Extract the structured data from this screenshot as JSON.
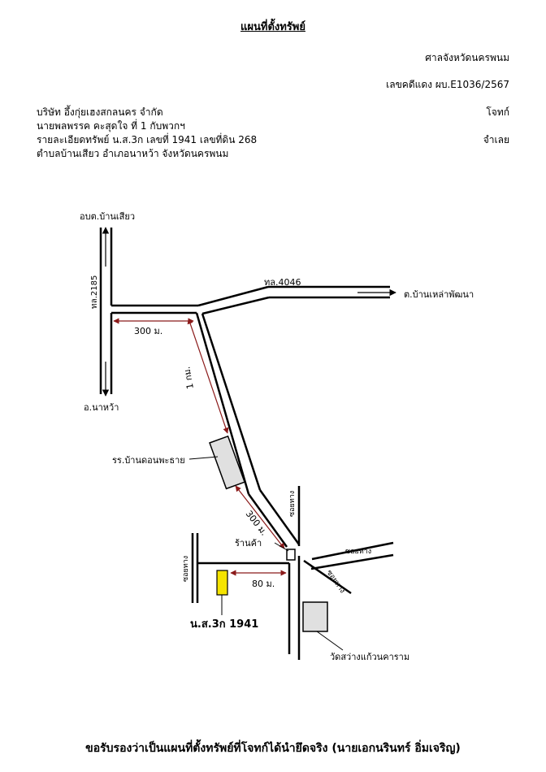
{
  "header": {
    "title": "แผนที่ตั้งทรัพย์",
    "court": "ศาลจังหวัดนครพนม",
    "case_no": "เลขคดีแดง ผบ.E1036/2567",
    "plaintiff_name": "บริษัท อึ้งกุ่ยเฮงสกลนคร จำกัด",
    "plaintiff_role": "โจทก์",
    "defendant_name": "นายพลพรรค คะสุดใจ  ที่ 1 กับพวกฯ",
    "defendant_role": "จำเลย",
    "property_line": "รายละเอียดทรัพย์ น.ส.3ก เลขที่ 1941  เลขที่ดิน 268",
    "location_line": "ตำบลบ้านเสียว  อำเภอนาหว้า  จังหวัดนครพนม"
  },
  "map": {
    "labels": {
      "north_dest": "อบต.บ้านเสียว",
      "south_dest": "อ.นาหว้า",
      "road_2185": "ทล.2185",
      "road_4046": "ทล.4046",
      "east_dest": "ต.บ้านเหล่าพัฒนา",
      "dist_300_top": "300 ม.",
      "dist_1km": "1 กม.",
      "school": "รร.บ้านดอนพะธาย",
      "dist_300_mid": "300 ม.",
      "soi_top": "ซอยทาง",
      "soi_right": "ซอยทาง",
      "soi_diag": "ซอยทาง",
      "shop": "ร้านค้า",
      "soi_left": "ซอยทาง",
      "dist_80": "80 ม.",
      "parcel": "น.ส.3ก 1941",
      "temple": "วัดสว่างแก้วนคาราม"
    },
    "colors": {
      "road": "#000000",
      "distance_arrow": "#8b1a1a",
      "building": "#e0e0e0",
      "parcel": "#f5e400"
    }
  },
  "footer": {
    "certification": "ขอรับรองว่าเป็นแผนที่ตั้งทรัพย์ที่โจทก์ได้นำยึดจริง (นายเอกนรินทร์ อิ่มเจริญ)"
  }
}
